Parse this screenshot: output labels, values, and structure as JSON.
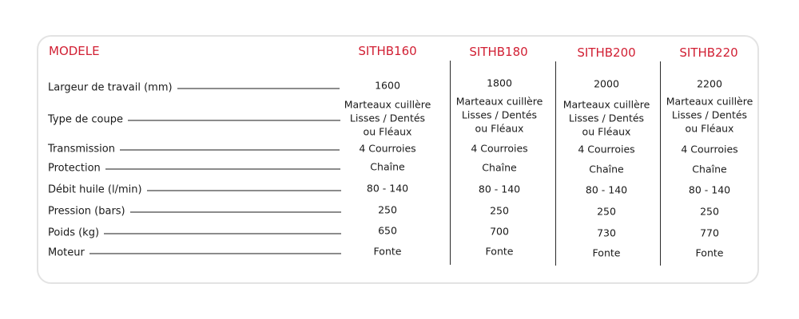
{
  "table": {
    "header_label": "MODELE",
    "models": [
      "SITHB160",
      "SITHB180",
      "SITHB200",
      "SITHB220"
    ],
    "rows": [
      {
        "label": "Largeur de travail (mm)",
        "values": [
          "1600",
          "1800",
          "2000",
          "2200"
        ]
      },
      {
        "label": "Type de coupe",
        "values": [
          [
            "Marteaux cuillère",
            "Lisses / Dentés",
            "ou Fléaux"
          ],
          [
            "Marteaux cuillère",
            "Lisses / Dentés",
            "ou Fléaux"
          ],
          [
            "Marteaux cuillère",
            "Lisses / Dentés",
            "ou Fléaux"
          ],
          [
            "Marteaux cuillère",
            "Lisses / Dentés",
            "ou Fléaux"
          ]
        ]
      },
      {
        "label": "Transmission",
        "values": [
          "4 Courroies",
          "4 Courroies",
          "4 Courroies",
          "4 Courroies"
        ]
      },
      {
        "label": "Protection",
        "values": [
          "Chaîne",
          "Chaîne",
          "Chaîne",
          "Chaîne"
        ]
      },
      {
        "label": "Débit huile (l/min)",
        "values": [
          "80 - 140",
          "80 - 140",
          "80 - 140",
          "80 - 140"
        ]
      },
      {
        "label": "Pression (bars)",
        "values": [
          "250",
          "250",
          "250",
          "250"
        ]
      },
      {
        "label": "Poids (kg)",
        "values": [
          "650",
          "700",
          "730",
          "770"
        ]
      },
      {
        "label": "Moteur",
        "values": [
          "Fonte",
          "Fonte",
          "Fonte",
          "Fonte"
        ]
      }
    ]
  }
}
